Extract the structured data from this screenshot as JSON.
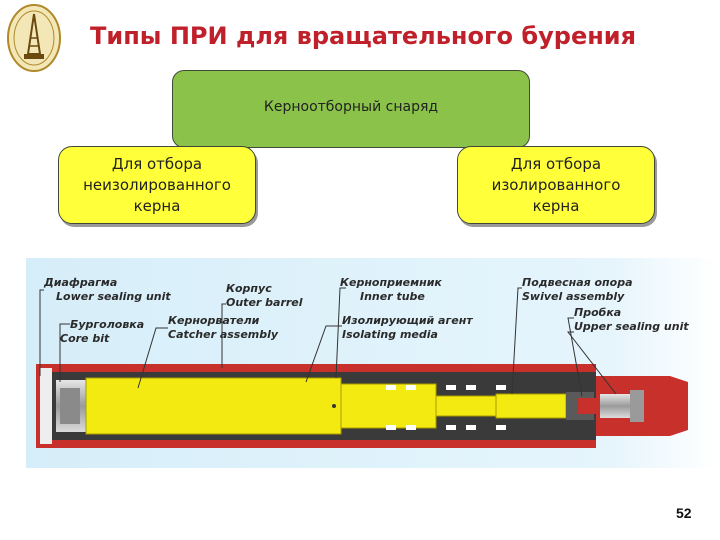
{
  "title": "Типы ПРИ для вращательного бурения",
  "top_box": "Керноотборный снаряд",
  "left_box": [
    "Для отбора",
    "неизолированного",
    "керна"
  ],
  "right_box": [
    "Для отбора",
    "изолированного",
    "керна"
  ],
  "labels": {
    "diaphragm": [
      "Диафрагма",
      "Lower sealing unit"
    ],
    "core_bit": [
      "Бурголовка",
      "Core bit"
    ],
    "outer_barrel": [
      "Корпус",
      "Outer barrel"
    ],
    "catcher": [
      "Кернорватели",
      "Catcher assembly"
    ],
    "inner_tube": [
      "Керноприемник",
      "Inner tube"
    ],
    "isolating": [
      "Изолирующий агент",
      "Isolating media"
    ],
    "swivel": [
      "Подвесная опора",
      "Swivel assembly"
    ],
    "upper_seal": [
      "Пробка",
      "Upper sealing unit"
    ]
  },
  "page_number": "52",
  "colors": {
    "title": "#c0202a",
    "top_box": "#8bc34a",
    "yellow_box": "#ffff3a",
    "tool_red": "#c8302c",
    "tool_yellow": "#f2ea10",
    "diagram_bg": "#dff2fb"
  }
}
